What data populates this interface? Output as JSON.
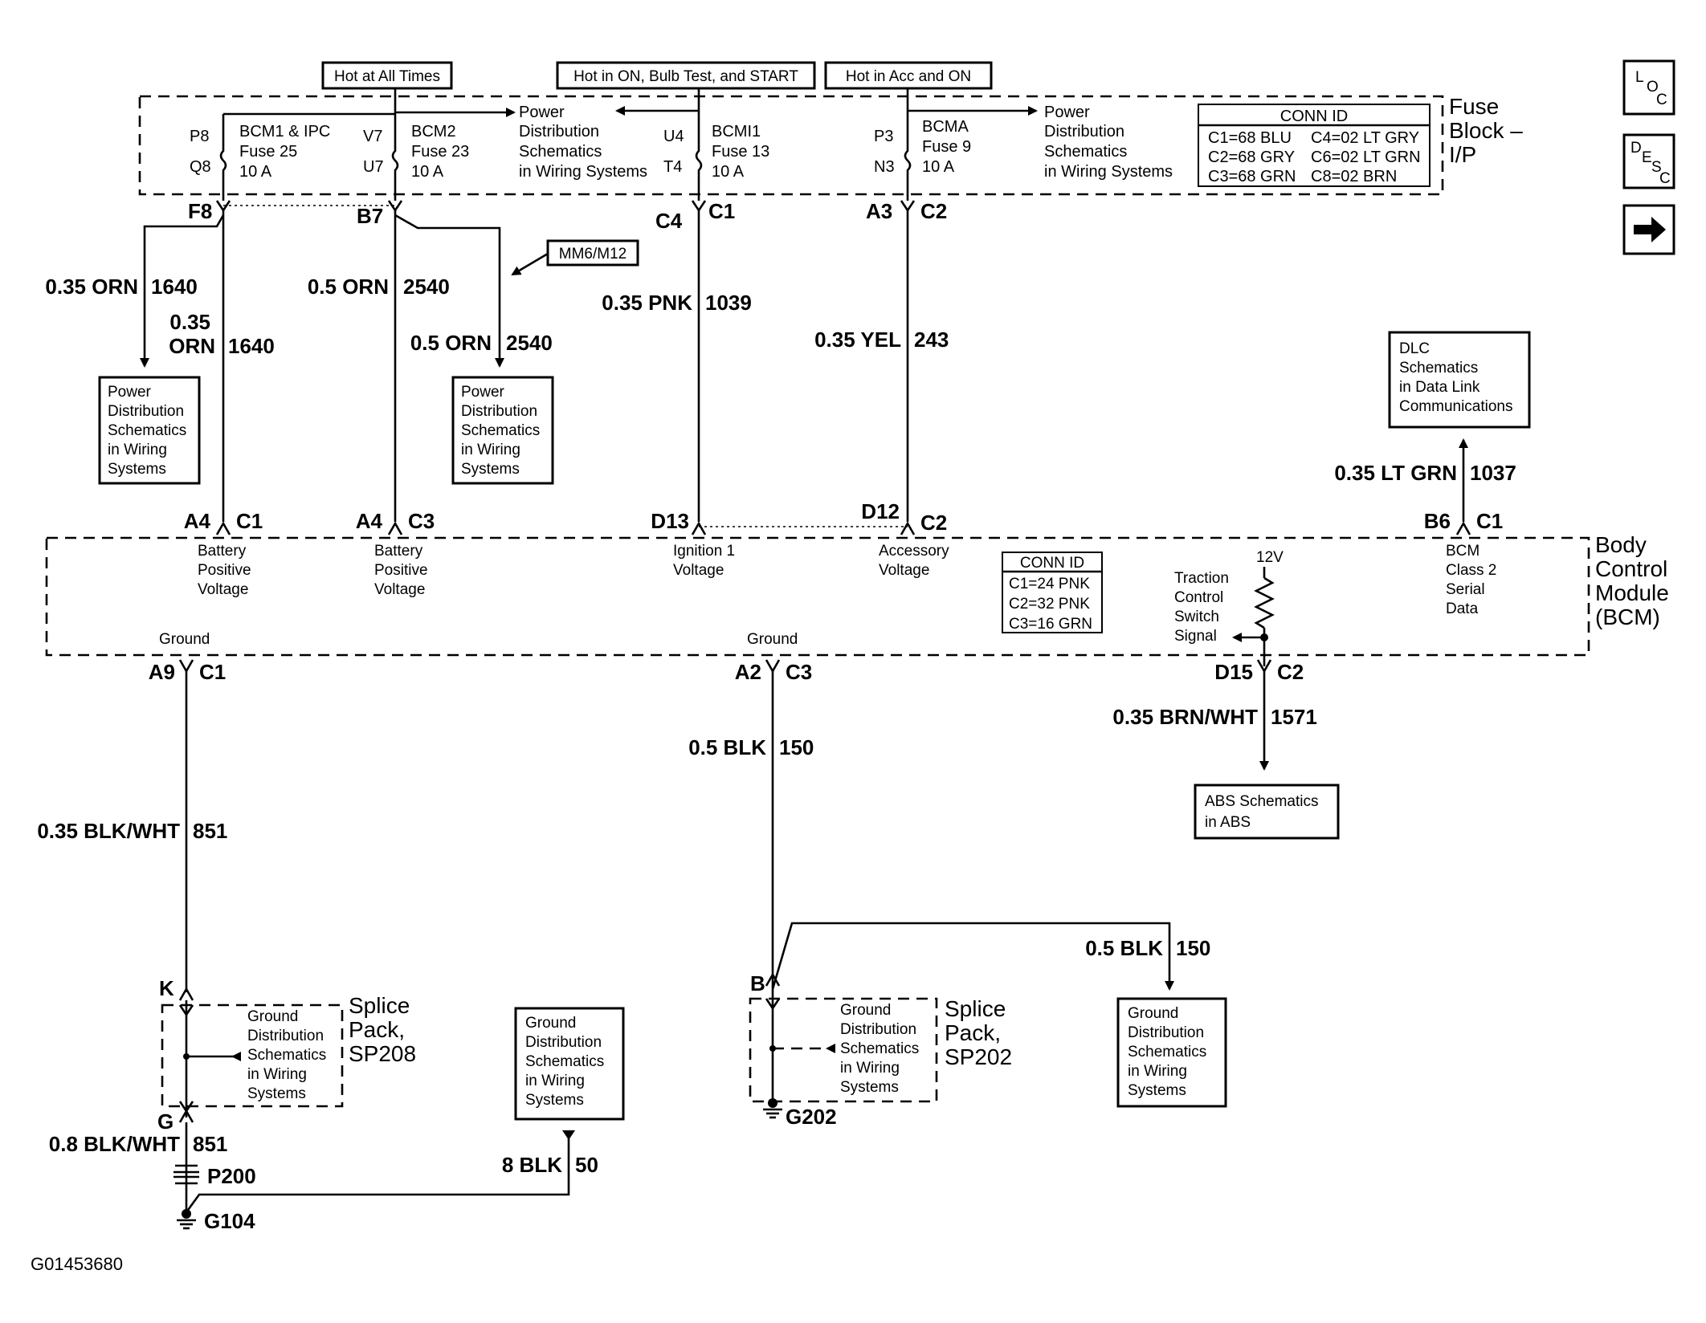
{
  "figure_id": "G01453680",
  "nav": {
    "loc": [
      "L",
      "O",
      "C"
    ],
    "desc": [
      "D",
      "E",
      "S",
      "C"
    ],
    "next": "➔"
  },
  "tags": {
    "hot_all": "Hot at All Times",
    "hot_on": "Hot in ON, Bulb Test, and START",
    "hot_acc": "Hot in Acc and ON",
    "mm6": "MM6/M12"
  },
  "fuse_block": {
    "title": [
      "Fuse",
      "Block –",
      "I/P"
    ],
    "fuses": [
      {
        "pin_top": "P8",
        "pin_bot": "Q8",
        "name": "BCM1 & IPC",
        "fuse": "Fuse 25",
        "amps": "10 A"
      },
      {
        "pin_top": "V7",
        "pin_bot": "U7",
        "name": "BCM2",
        "fuse": "Fuse 23",
        "amps": "10 A"
      },
      {
        "pin_top": "U4",
        "pin_bot": "T4",
        "name": "BCMI1",
        "fuse": "Fuse 13",
        "amps": "10 A"
      },
      {
        "pin_top": "P3",
        "pin_bot": "N3",
        "name": "BCMA",
        "fuse": "Fuse 9",
        "amps": "10 A"
      }
    ],
    "pds_left": [
      "Power",
      "Distribution",
      "Schematics",
      "in Wiring Systems"
    ],
    "pds_right": [
      "Power",
      "Distribution",
      "Schematics",
      "in Wiring Systems"
    ],
    "conn_id_title": "CONN ID",
    "conn_id": [
      "C1=68 BLU",
      "C4=02 LT GRY",
      "C2=68 GRY",
      "C6=02 LT GRN",
      "C3=68 GRN",
      "C8=02 BRN"
    ]
  },
  "pins_top": [
    "F8",
    "B7",
    "C4",
    "C1",
    "A3",
    "C2"
  ],
  "wires": {
    "w1640a": [
      "0.35 ORN",
      "1640"
    ],
    "w1640b": [
      "0.35",
      "ORN",
      "1640"
    ],
    "w2540a": [
      "0.5 ORN",
      "2540"
    ],
    "w2540b": [
      "0.5 ORN",
      "2540"
    ],
    "w1039": [
      "0.35 PNK",
      "1039"
    ],
    "w243": [
      "0.35 YEL",
      "243"
    ],
    "w1037": [
      "0.35 LT GRN",
      "1037"
    ],
    "w1571": [
      "0.35 BRN/WHT",
      "1571"
    ],
    "w150a": [
      "0.5 BLK",
      "150"
    ],
    "w851a": [
      "0.35 BLK/WHT",
      "851"
    ],
    "w150b": [
      "0.5 BLK",
      "150"
    ],
    "w851b": [
      "0.8 BLK/WHT",
      "851"
    ],
    "w50": [
      "8 BLK",
      "50"
    ]
  },
  "ref_boxes": {
    "pds1": [
      "Power",
      "Distribution",
      "Schematics",
      "in Wiring",
      "Systems"
    ],
    "pds2": [
      "Power",
      "Distribution",
      "Schematics",
      "in Wiring",
      "Systems"
    ],
    "dlc": [
      "DLC",
      "Schematics",
      "in Data Link",
      "Communications"
    ],
    "abs": [
      "ABS Schematics",
      "in ABS"
    ],
    "gnd1": [
      "Ground",
      "Distribution",
      "Schematics",
      "in Wiring",
      "Systems"
    ],
    "gnd2": [
      "Ground",
      "Distribution",
      "Schematics",
      "in Wiring",
      "Systems"
    ]
  },
  "bcm": {
    "title": [
      "Body",
      "Control",
      "Module",
      "(BCM)"
    ],
    "pins_top": [
      "A4",
      "C1",
      "A4",
      "C3",
      "D13",
      "D12",
      "C2",
      "B6",
      "C1"
    ],
    "signals": {
      "batt1": [
        "Battery",
        "Positive",
        "Voltage"
      ],
      "batt2": [
        "Battery",
        "Positive",
        "Voltage"
      ],
      "ign": [
        "Ignition 1",
        "Voltage"
      ],
      "acc": [
        "Accessory",
        "Voltage"
      ],
      "serial": [
        "BCM",
        "Class 2",
        "Serial",
        "Data"
      ],
      "traction": [
        "Traction",
        "Control",
        "Switch",
        "Signal"
      ],
      "v12": "12V",
      "ground1": "Ground",
      "ground2": "Ground"
    },
    "conn_id_title": "CONN ID",
    "conn_id": [
      "C1=24 PNK",
      "C2=32 PNK",
      "C3=16 GRN"
    ],
    "pins_bottom": [
      "A9",
      "C1",
      "A2",
      "C3",
      "D15",
      "C2"
    ]
  },
  "splice": {
    "sp208": {
      "top_pin": "K",
      "bot_pin": "G",
      "label": [
        "Splice",
        "Pack,",
        "SP208"
      ],
      "text": [
        "Ground",
        "Distribution",
        "Schematics",
        "in Wiring",
        "Systems"
      ]
    },
    "sp202": {
      "top_pin": "B",
      "label": [
        "Splice",
        "Pack,",
        "SP202"
      ],
      "text": [
        "Ground",
        "Distribution",
        "Schematics",
        "in Wiring",
        "Systems"
      ]
    }
  },
  "grounds": {
    "p200": "P200",
    "g104": "G104",
    "g202": "G202"
  }
}
